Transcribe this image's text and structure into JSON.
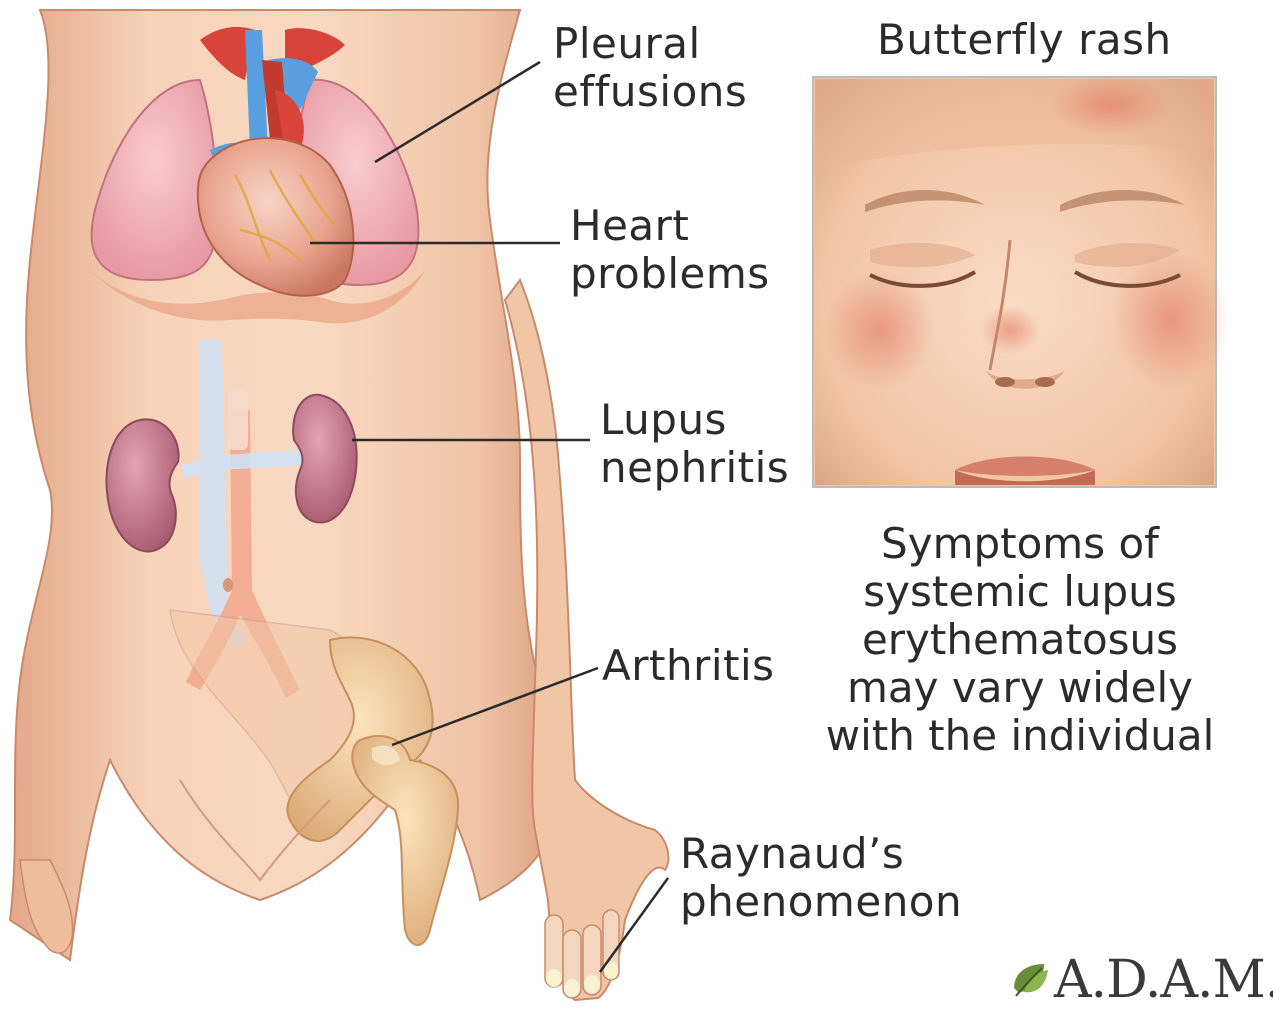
{
  "labels": {
    "pleural": [
      "Pleural",
      "effusions"
    ],
    "heart": [
      "Heart",
      "problems"
    ],
    "lupus": [
      "Lupus",
      "nephritis"
    ],
    "arthritis": "Arthritis",
    "raynaud": [
      "Raynaud’s",
      "phenomenon"
    ],
    "butterfly": "Butterfly rash"
  },
  "caption": [
    "Symptoms of",
    "systemic lupus",
    "erythematosus",
    "may vary widely",
    "with the individual"
  ],
  "logo": "A.D.A.M.",
  "colors": {
    "skin": "#f3c7a8",
    "skin_shadow": "#e2a789",
    "lung": "#f0b2b8",
    "heart": "#e89a84",
    "kidney": "#c87b8f",
    "vessel_blue": "#5aa0e0",
    "vessel_red": "#d8443a",
    "bone": "#f0cc98",
    "text": "#2b2b2b",
    "rash": "#e07a66"
  },
  "icons": [
    "leaf-icon"
  ]
}
